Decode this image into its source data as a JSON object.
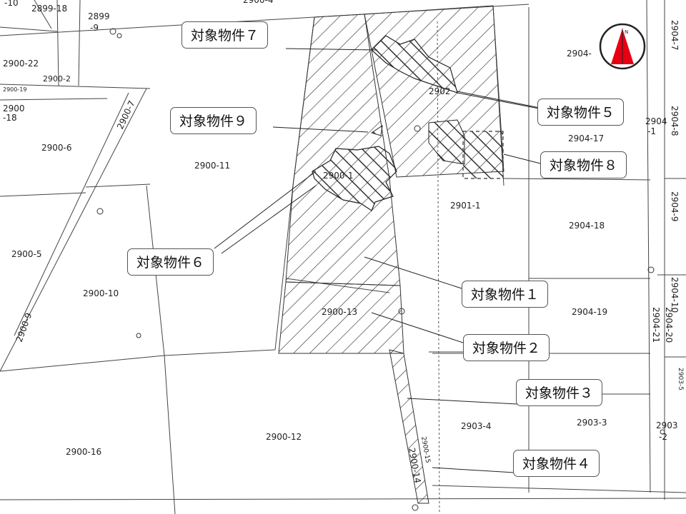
{
  "parcels": {
    "p2899_18": "2899-18",
    "p2899_9a": "2899",
    "p2899_9b": "-9",
    "p2900_10a": "-10",
    "p2900_22": "2900-22",
    "p2900_2": "2900-2",
    "p2900_19": "2900-19",
    "p2900_18a": "2900",
    "p2900_18b": "-18",
    "p2900_6": "2900-6",
    "p2900_7": "2900-7",
    "p2900_11": "2900-11",
    "p2900_1": "2900-1",
    "p2900_5": "2900-5",
    "p2900_10": "2900-10",
    "p2900_9": "2900-9",
    "p2900_13": "2900-13",
    "p2900_12": "2900-12",
    "p2900_16": "2900-16",
    "p2900_15": "2900-15",
    "p2900_14": "2900-14",
    "p2902": "2902",
    "p2901_1": "2901-1",
    "p2904": "2904-",
    "p2904_17": "2904-17",
    "p2904_1a": "2904",
    "p2904_1b": "-1",
    "p2904_18": "2904-18",
    "p2904_19": "2904-19",
    "p2904_7": "2904-7",
    "p2904_8": "2904-8",
    "p2904_9": "2904-9",
    "p2904_10": "2904-10",
    "p2904_20": "2904-20",
    "p2904_21": "2904-21",
    "p2903_4": "2903-4",
    "p2903_3": "2903-3",
    "p2903_2a": "2903",
    "p2903_2b": "-2",
    "p2903_5": "2903-5",
    "p2900_top": "2900-4"
  },
  "callouts": {
    "c1": "対象物件１",
    "c2": "対象物件２",
    "c3": "対象物件３",
    "c4": "対象物件４",
    "c5": "対象物件５",
    "c6": "対象物件６",
    "c7": "対象物件７",
    "c8": "対象物件８",
    "c9": "対象物件９"
  },
  "north": {
    "letter": "N",
    "arrow_color": "#e60012"
  }
}
